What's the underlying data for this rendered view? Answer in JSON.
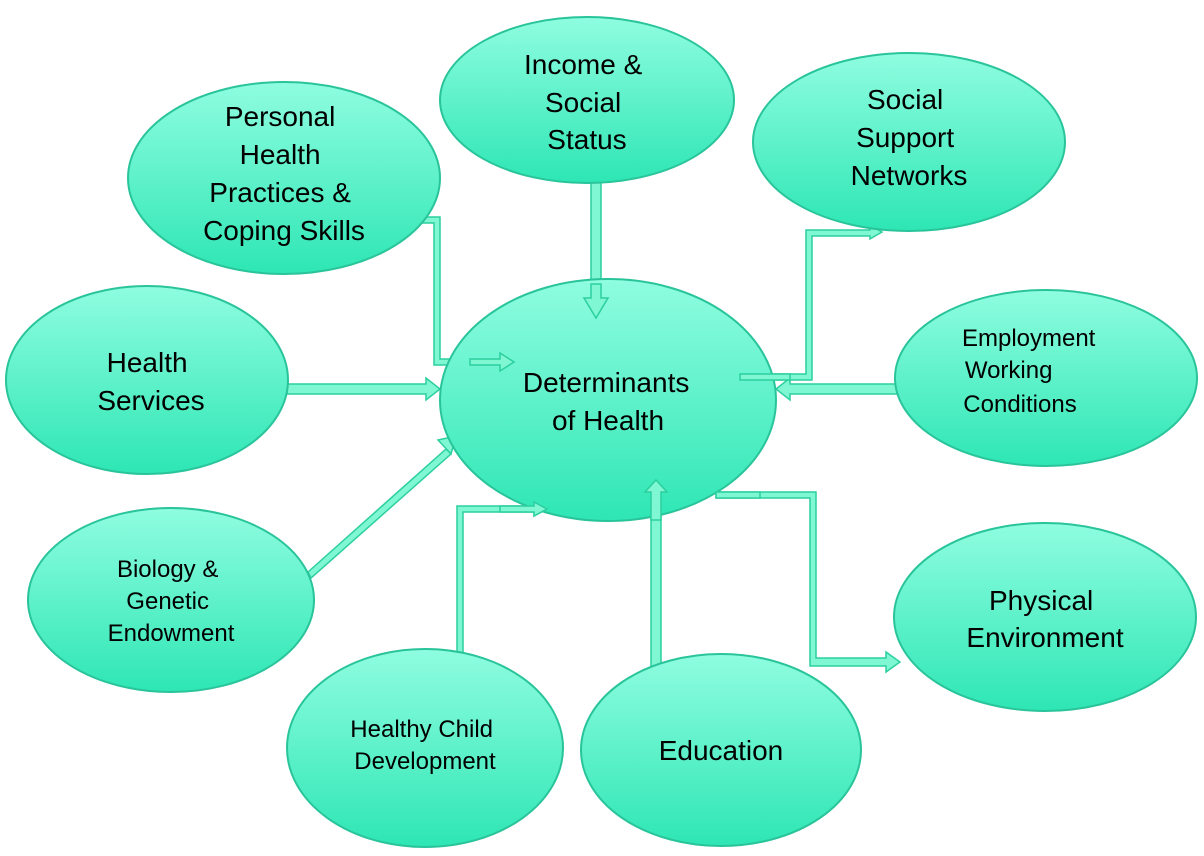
{
  "colors": {
    "node_fill_light": "#8ffde0",
    "node_fill_dark": "#2ee6b4",
    "node_stroke": "#29c49a",
    "arrow_fill": "#7ff7d2",
    "arrow_stroke": "#2ccf9f"
  },
  "center": {
    "lines": [
      "Determinants",
      "of Health"
    ]
  },
  "nodes": {
    "income": {
      "lines": [
        "Income &",
        "Social",
        "Status"
      ]
    },
    "personal": {
      "lines": [
        "Personal",
        "Health",
        "Practices &",
        "Coping Skills"
      ]
    },
    "social_support": {
      "lines": [
        "Social",
        "Support",
        "Networks"
      ]
    },
    "health_services": {
      "lines": [
        "Health",
        "Services"
      ]
    },
    "employment": {
      "lines": [
        "Employment",
        "Working",
        "Conditions"
      ]
    },
    "biology": {
      "lines": [
        "Biology &",
        "Genetic",
        "Endowment"
      ]
    },
    "physical": {
      "lines": [
        "Physical",
        "Environment"
      ]
    },
    "child": {
      "lines": [
        "Healthy Child",
        "Development"
      ]
    },
    "education": {
      "lines": [
        "Education"
      ]
    }
  }
}
